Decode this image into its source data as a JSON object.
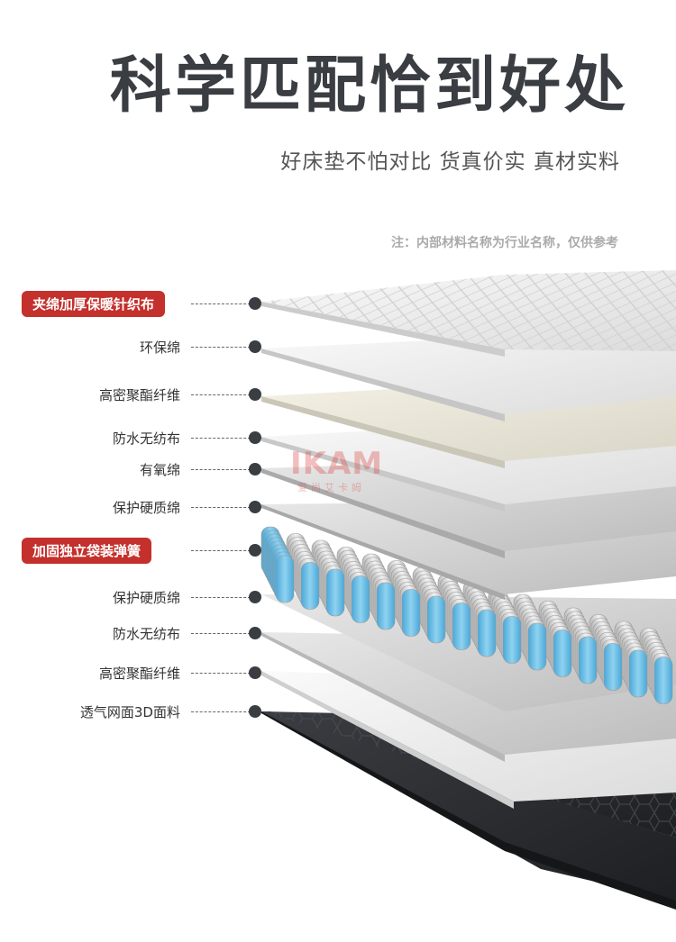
{
  "title": "科学匹配恰到好处",
  "subtitle": "好床垫不怕对比 货真价实 真材实料",
  "note": "注：内部材料名称为行业名称，仅供参考",
  "watermark": "IKAM",
  "watermark_sub": "爱尚艾卡姆",
  "layers": [
    {
      "label": "夹绵加厚保暖针织布",
      "highlight": true
    },
    {
      "label": "环保绵",
      "highlight": false
    },
    {
      "label": "高密聚酯纤维",
      "highlight": false
    },
    {
      "label": "防水无纺布",
      "highlight": false
    },
    {
      "label": "有氧绵",
      "highlight": false
    },
    {
      "label": "保护硬质绵",
      "highlight": false
    },
    {
      "label": "加固独立袋装弹簧",
      "highlight": true
    },
    {
      "label": "保护硬质绵",
      "highlight": false
    },
    {
      "label": "防水无纺布",
      "highlight": false
    },
    {
      "label": "高密聚酯纤维",
      "highlight": false
    },
    {
      "label": "透气网面3D面料",
      "highlight": false
    }
  ],
  "colors": {
    "accent": "#c4302b",
    "title": "#3a3d42",
    "spring_blue": "#6fc0e6",
    "bottom_fabric": "#2a2c30"
  }
}
